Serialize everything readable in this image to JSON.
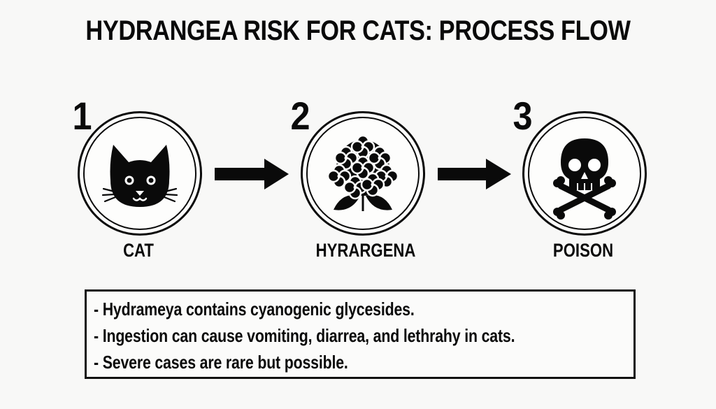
{
  "title": "HYDRANGEA RISK FOR CATS: PROCESS FLOW",
  "steps": [
    {
      "number": "1",
      "label": "CAT",
      "icon": "cat-face-icon"
    },
    {
      "number": "2",
      "label": "HYRARGENA",
      "icon": "hydrangea-flower-icon"
    },
    {
      "number": "3",
      "label": "POISON",
      "icon": "skull-crossbones-icon"
    }
  ],
  "arrows": [
    {
      "from": "1",
      "to": "2",
      "icon": "arrow-right-icon"
    },
    {
      "from": "2",
      "to": "3",
      "icon": "arrow-right-icon"
    }
  ],
  "info": {
    "lines": [
      "- Hydrameya contains cyanogenic glycesides.",
      "- Ingestion can cause vomiting, diarrea, and lethrahy in cats.",
      "- Severe cases are rare but possible."
    ]
  },
  "colors": {
    "background": "#f8f8f7",
    "ink": "#0a0a0a"
  }
}
